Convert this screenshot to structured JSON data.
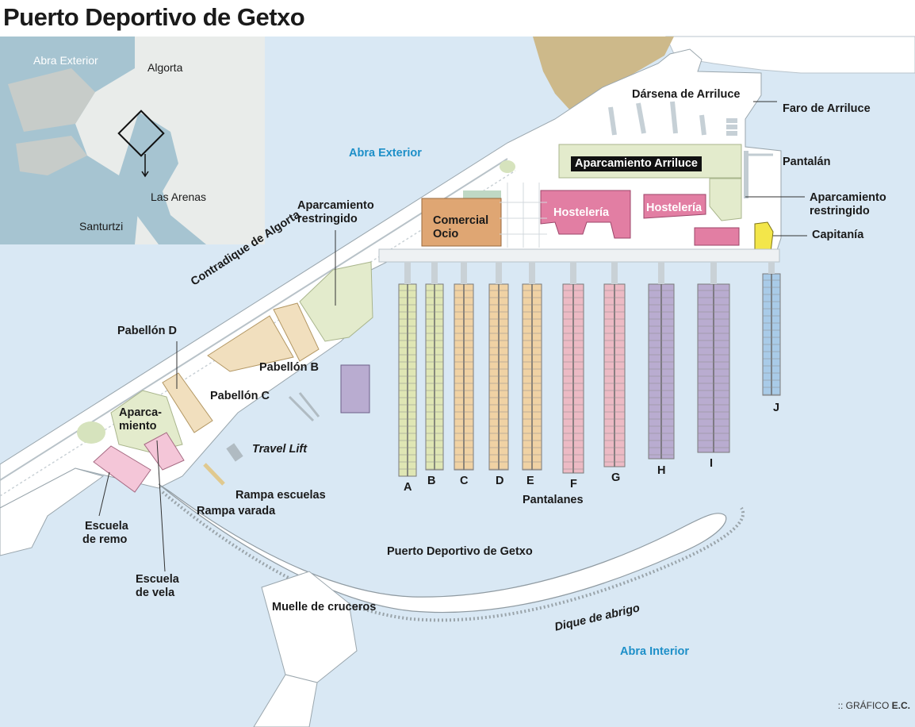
{
  "title": "Puerto Deportivo de Getxo",
  "inset": {
    "labels": {
      "abra_exterior": "Abra Exterior",
      "algorta": "Algorta",
      "las_arenas": "Las Arenas",
      "santurtzi": "Santurtzi"
    }
  },
  "water_labels": {
    "abra_exterior": "Abra Exterior",
    "abra_interior": "Abra Interior"
  },
  "places": {
    "darsena_arriluce": "Dársena de Arriluce",
    "faro_arriluce": "Faro de Arriluce",
    "aparcamiento_arriluce": "Aparcamiento Arriluce",
    "pantalan": "Pantalán",
    "aparcamiento_restringido_right_1": "Aparcamiento",
    "aparcamiento_restringido_right_2": "restringido",
    "capitania": "Capitanía",
    "hosteleria_1": "Hostelería",
    "hosteleria_2": "Hostelería",
    "comercial_1": "Comercial",
    "comercial_2": "Ocio",
    "aparcamiento_restringido_left_1": "Aparcamiento",
    "aparcamiento_restringido_left_2": "restringido",
    "contradique": "Contradique de Algorta",
    "pabellon_d": "Pabellón D",
    "pabellon_b": "Pabellón B",
    "pabellon_c": "Pabellón C",
    "aparcamiento_1": "Aparca-",
    "aparcamiento_2": "miento",
    "travel_lift": "Travel Lift",
    "rampa_escuelas": "Rampa escuelas",
    "rampa_varada": "Rampa varada",
    "escuela_remo_1": "Escuela",
    "escuela_remo_2": "de remo",
    "escuela_vela_1": "Escuela",
    "escuela_vela_2": "de vela",
    "puerto_deportivo": "Puerto Deportivo de Getxo",
    "muelle_cruceros": "Muelle de cruceros",
    "dique_abrigo": "Dique de abrigo",
    "pantalanes": "Pantalanes"
  },
  "pontoons": [
    {
      "label": "A",
      "color": "#dfe6b4"
    },
    {
      "label": "B",
      "color": "#dfe6b4"
    },
    {
      "label": "C",
      "color": "#f0d2a4"
    },
    {
      "label": "D",
      "color": "#f0d2a4"
    },
    {
      "label": "E",
      "color": "#f0d2a4"
    },
    {
      "label": "F",
      "color": "#ecbac4"
    },
    {
      "label": "G",
      "color": "#ecbac4"
    },
    {
      "label": "H",
      "color": "#b9acd0"
    },
    {
      "label": "I",
      "color": "#b9acd0"
    },
    {
      "label": "J",
      "color": "#a9cbe8"
    }
  ],
  "colors": {
    "water": "#d9e8f4",
    "land": "#ffffff",
    "sand": "#cdb98a",
    "hosteleria": "#e27ea3",
    "comercial": "#dfa673",
    "parking": "#e3ebcc",
    "pavilion": "#f1dfbe",
    "capitania": "#f3e64a",
    "water_label": "#1d8fc8"
  },
  "credit": {
    "prefix": ":: GRÁFICO",
    "source": "E.C."
  }
}
